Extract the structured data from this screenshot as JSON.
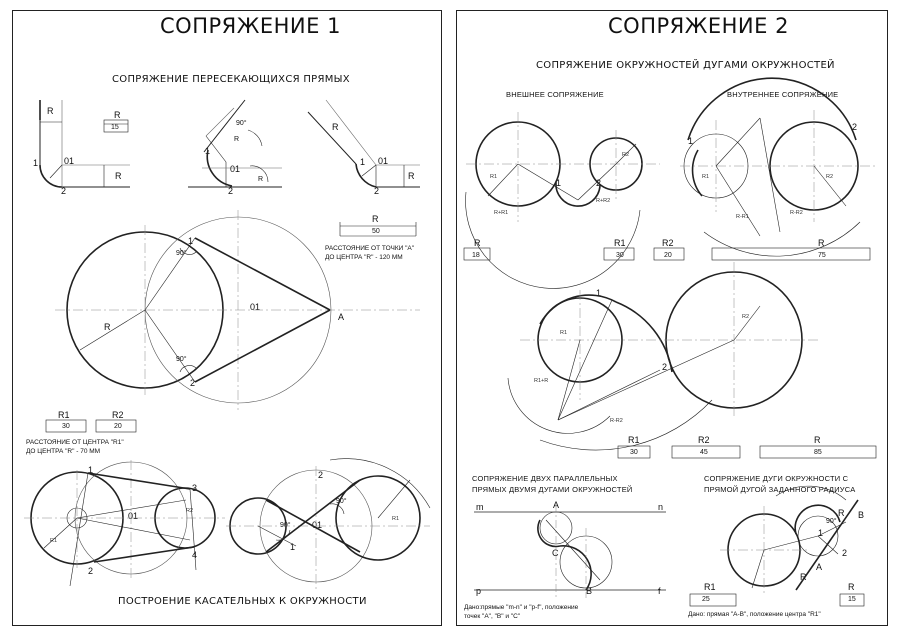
{
  "left_sheet": {
    "title": "СОПРЯЖЕНИЕ 1",
    "section_top": "СОПРЯЖЕНИЕ ПЕРЕСЕКАЮЩИХСЯ ПРЯМЫХ",
    "section_bottom": "ПОСТРОЕНИЕ КАСАТЕЛЬНЫХ К ОКРУЖНОСТИ",
    "dims_top": {
      "label": "R",
      "value": "15"
    },
    "dims_mid": {
      "label": "R",
      "value": "50"
    },
    "note_mid": [
      "РАССТОЯНИЕ ОТ ТОЧКИ \"А\"",
      "ДО ЦЕНТРА \"R\" - 120 ММ"
    ],
    "dims_r1": {
      "label": "R1",
      "value": "30"
    },
    "dims_r2": {
      "label": "R2",
      "value": "20"
    },
    "note_bottom": [
      "РАССТОЯНИЕ ОТ ЦЕНТРА \"R1\"",
      "ДО ЦЕНТРА \"R\" - 70 ММ"
    ],
    "marks": {
      "r": "R",
      "o1": "01",
      "one": "1",
      "two": "2",
      "three": "3",
      "four": "4",
      "a": "A",
      "deg90": "90°",
      "r1": "R1",
      "r2": "R2"
    }
  },
  "right_sheet": {
    "title": "СОПРЯЖЕНИЕ 2",
    "section_top": "СОПРЯЖЕНИЕ ОКРУЖНОСТЕЙ ДУГАМИ ОКРУЖНОСТЕЙ",
    "external": "ВНЕШНЕЕ СОПРЯЖЕНИЕ",
    "internal": "ВНУТРЕННЕЕ СОПРЯЖЕНИЕ",
    "dims_ext_r": {
      "label": "R",
      "value": "18"
    },
    "dims_ext_r1": {
      "label": "R1",
      "value": "30"
    },
    "dims_ext_r2": {
      "label": "R2",
      "value": "20"
    },
    "dims_int_r": {
      "label": "R",
      "value": "75"
    },
    "dims_mix_r1": {
      "label": "R1",
      "value": "30"
    },
    "dims_mix_r2": {
      "label": "R2",
      "value": "45"
    },
    "dims_mix_r": {
      "label": "R",
      "value": "85"
    },
    "parallel_heading": [
      "СОПРЯЖЕНИЕ ДВУХ ПАРАЛЛЕЛЬНЫХ",
      "ПРЯМЫХ ДВУМЯ ДУГАМИ ОКРУЖНОСТЕЙ"
    ],
    "parallel_note": [
      "Дано:прямые \"m-n\" и \"p-f\", положение",
      "точек \"A\", \"B\" и \"C\""
    ],
    "arc_line_heading": [
      "СОПРЯЖЕНИЕ ДУГИ ОКРУЖНОСТИ С",
      "ПРЯМОЙ ДУГОЙ ЗАДАННОГО РАДИУСА"
    ],
    "arc_line_note": "Дано: прямая \"А-В\", положение центра \"R1\"",
    "dims_arc_r1": {
      "label": "R1",
      "value": "25"
    },
    "dims_arc_r": {
      "label": "R",
      "value": "15"
    },
    "marks": {
      "one": "1",
      "two": "2",
      "r": "R",
      "a": "A",
      "b": "B",
      "c": "C",
      "m": "m",
      "n": "n",
      "p": "p",
      "f": "f",
      "deg90": "90°"
    },
    "small_labels": {
      "r_plus_r1": "R+R1",
      "r_plus_r2": "R+R2",
      "r1": "R1",
      "r2": "R2",
      "r_minus_r1": "R-R1",
      "r_minus_r2": "R-R2",
      "r_plus_r1_b": "R1+R",
      "r_minus_r2_b": "R-R2"
    }
  },
  "colors": {
    "line": "#222222",
    "thin": "#555555",
    "axis": "#888888"
  }
}
